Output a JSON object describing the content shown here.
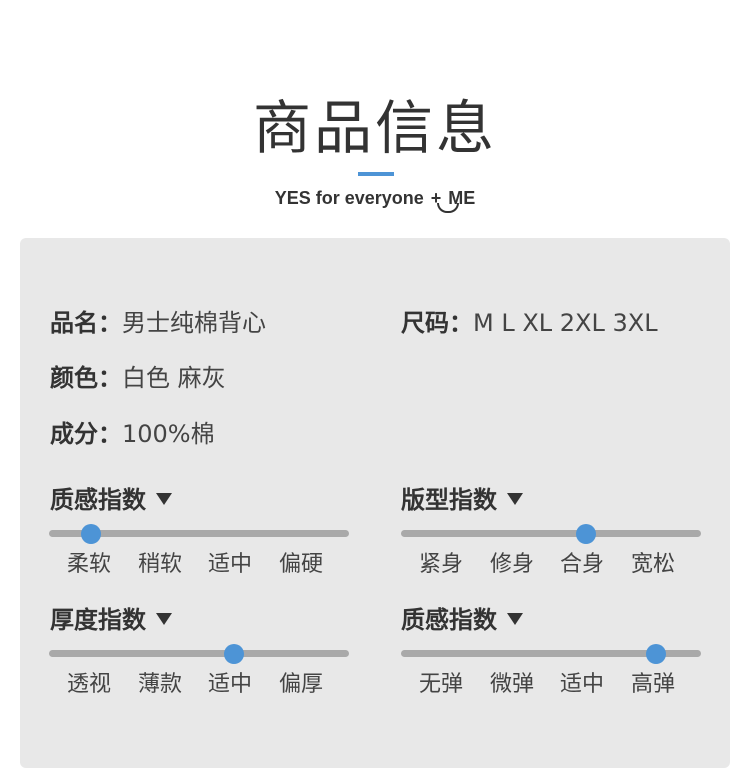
{
  "header": {
    "title": "商品信息",
    "slogan_before": "YES for everyone ",
    "slogan_plus": "+",
    "slogan_after": " ME"
  },
  "info": {
    "name_label": "品名：",
    "name_value": "男士纯棉背心",
    "size_label": "尺码：",
    "size_value": "M L XL 2XL 3XL",
    "color_label": "颜色：",
    "color_value": "白色 麻灰",
    "material_label": "成分：",
    "material_value": "100%棉"
  },
  "metrics": [
    {
      "title": "质感指数",
      "options": [
        "柔软",
        "稍软",
        "适中",
        "偏硬"
      ],
      "level": 0.14
    },
    {
      "title": "版型指数",
      "options": [
        "紧身",
        "修身",
        "合身",
        "宽松"
      ],
      "level": 0.617
    },
    {
      "title": "厚度指数",
      "options": [
        "透视",
        "薄款",
        "适中",
        "偏厚"
      ],
      "level": 0.617
    },
    {
      "title": "质感指数",
      "options": [
        "无弹",
        "微弹",
        "适中",
        "高弹"
      ],
      "level": 0.85
    }
  ],
  "colors": {
    "accent": "#4d94d6",
    "track": "#a9a9a9",
    "card": "#e8e8e8",
    "text": "#333333"
  }
}
